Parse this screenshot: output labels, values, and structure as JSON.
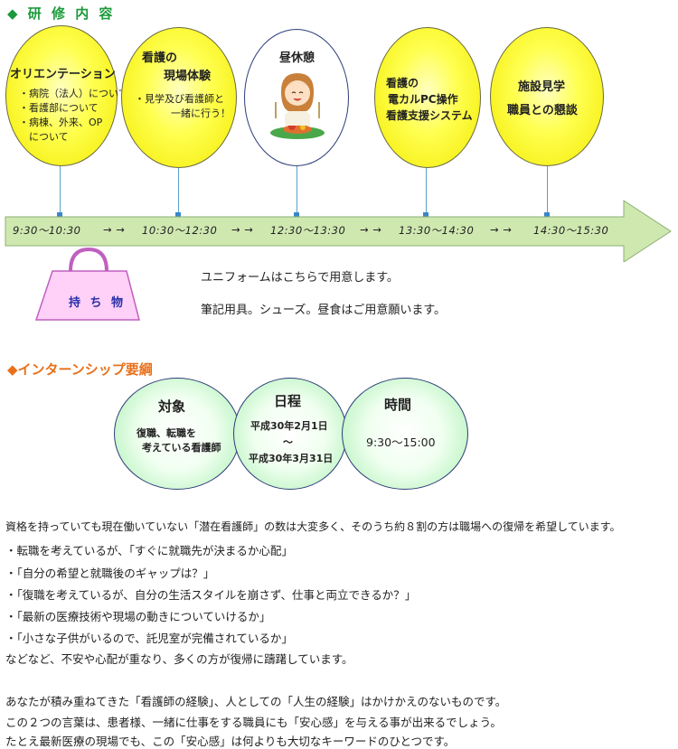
{
  "section1": {
    "title": "◆ 研 修 内 容"
  },
  "bubbles": [
    {
      "title": "オリエンテーション",
      "items": [
        "・病院（法人）について",
        "・看護部について",
        "・病棟、外来、OP",
        "　について"
      ]
    },
    {
      "title_lines": [
        "看護の",
        "現場体験"
      ],
      "items": [
        "・見学及び看護師と",
        "一緒に行う！"
      ]
    },
    {
      "title": "昼休憩",
      "icon": "lunch-girl-icon"
    },
    {
      "title_lines": [
        "看護の",
        "電カルPC操作",
        "看護支援システム"
      ]
    },
    {
      "title_lines": [
        "施設見学",
        "職員との懇談"
      ]
    }
  ],
  "timeline": {
    "labels": [
      "9:30〜10:30",
      "→ →",
      "10:30〜12:30",
      "→ →",
      "12:30〜13:30",
      "→ →",
      "13:30〜14:30",
      "→ →",
      "14:30〜15:30"
    ]
  },
  "belongings": {
    "label": "持 ち 物",
    "lines": [
      "ユニフォームはこちらで用意します。",
      "筆記用具。シューズ。昼食はご用意願います。"
    ]
  },
  "section2": {
    "title": "◆インターンシップ要綱"
  },
  "outline": {
    "target": {
      "title": "対象",
      "lines": [
        "復職、転職を",
        "考えている看護師"
      ]
    },
    "dates": {
      "title": "日程",
      "lines": [
        "平成30年2月1日",
        "〜",
        "平成30年3月31日"
      ]
    },
    "time": {
      "title": "時間",
      "value": "9:30〜15:00"
    }
  },
  "body_text": [
    "資格を持っていても現在働いていない「潜在看護師」の数は大変多く、そのうち約８割の方は職場への復帰を希望しています。",
    "・転職を考えているが、「すぐに就職先が決まるか心配」",
    "・「自分の希望と就職後のギャップは？」",
    "・「復職を考えているが、自分の生活スタイルを崩さず、仕事と両立できるか？」",
    "・「最新の医療技術や現場の動きについていけるか」",
    "・「小さな子供がいるので、託児室が完備されているか」",
    "などなど、不安や心配が重なり、多くの方が復帰に躊躇しています。",
    "あなたが積み重ねてきた「看護師の経験」、人としての「人生の経験」はかけかえのないものです。",
    "この２つの言葉は、患者様、一緒に仕事をする職員にも「安心感」を与える事が出来るでしょう。",
    "たとえ最新医療の現場でも、この「安心感」は何よりも大切なキーワードのひとつです。"
  ],
  "colors": {
    "green": "#1a9a3a",
    "orange": "#e8701a",
    "yellow": "#ffff50",
    "timeline": "#cfe8b0"
  }
}
